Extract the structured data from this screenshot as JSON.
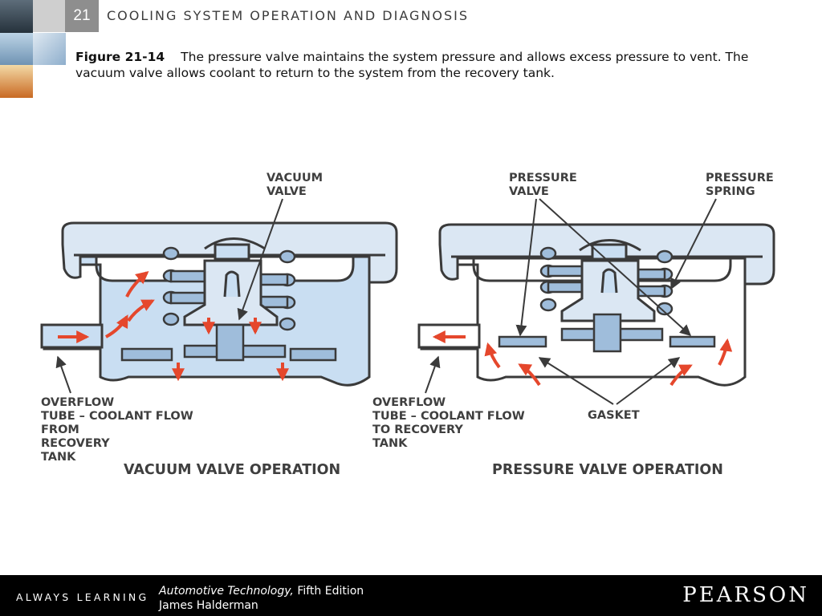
{
  "header": {
    "chapter_number": "21",
    "chapter_title": "COOLING SYSTEM OPERATION AND DIAGNOSIS"
  },
  "caption": {
    "figure_label": "Figure 21-14",
    "text": "The pressure valve maintains the system pressure and allows excess pressure to vent. The vacuum valve allows coolant to return to the system from the recovery tank."
  },
  "diagram": {
    "left": {
      "title": "VACUUM VALVE OPERATION",
      "callout_valve": [
        "VACUUM",
        "VALVE"
      ],
      "callout_tube": [
        "OVERFLOW",
        "TUBE – COOLANT FLOW",
        "FROM",
        "RECOVERY",
        "TANK"
      ]
    },
    "right": {
      "title": "PRESSURE VALVE OPERATION",
      "callout_valve": [
        "PRESSURE",
        "VALVE"
      ],
      "callout_spring": [
        "PRESSURE",
        "SPRING"
      ],
      "callout_gasket": "GASKET",
      "callout_tube": [
        "OVERFLOW",
        "TUBE – COOLANT FLOW",
        "TO RECOVERY",
        "TANK"
      ]
    },
    "colors": {
      "coolant": "#c9def2",
      "cap_fill": "#dbe7f3",
      "outline": "#3a3a3a",
      "arrow": "#e5472c"
    }
  },
  "footer": {
    "slogan": "ALWAYS LEARNING",
    "book_title": "Automotive Technology,",
    "edition": " Fifth Edition",
    "author": "James Halderman",
    "publisher": "PEARSON"
  }
}
